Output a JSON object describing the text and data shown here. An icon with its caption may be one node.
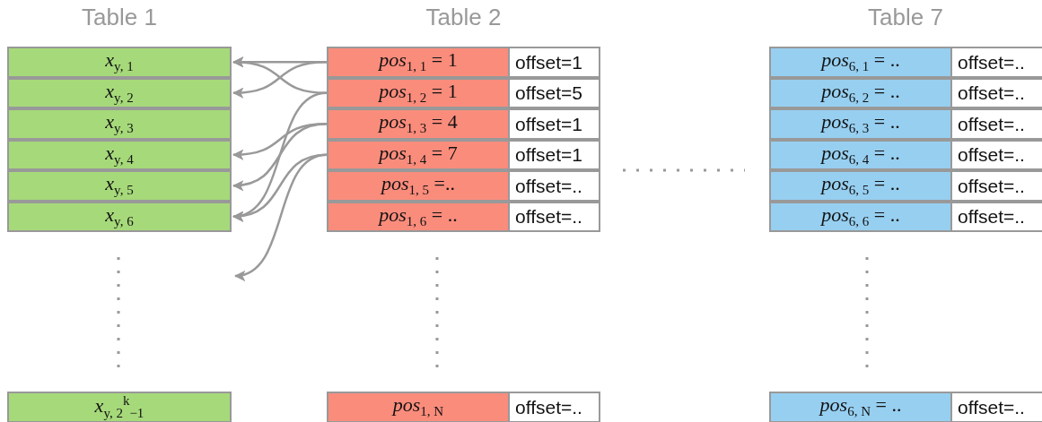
{
  "diagram": {
    "nodes": [
      {
        "text": [
          "Table 1"
        ]
      },
      {
        "text": [
          "*x*$_{y, 1}$"
        ],
        "in": 0
      },
      {
        "text": [
          "*x*$_{y, 2}$"
        ],
        "in": 0
      },
      {
        "text": [
          "*x*$_{y, 3}$"
        ],
        "in": 0
      },
      {
        "text": [
          "*x*$_{y, 4}$"
        ],
        "in": 0
      },
      {
        "text": [
          "*x*$_{y, 5}$"
        ],
        "in": 0
      },
      {
        "text": [
          "*x*$_{y, 6}$"
        ],
        "in": 0
      },
      {
        "text": [
          "*x*$_{y, 2}$$^{k}$$_{−1}$"
        ],
        "in": 0
      },
      {
        "text": [
          "Table 2"
        ]
      },
      {
        "text": [
          "*pos*$_{1, 1}$ = 1"
        ],
        "in": 8
      },
      {
        "text": [
          "offset=1"
        ],
        "in": 8
      },
      {
        "text": [
          "*pos*$_{1, 2}$ = 1"
        ],
        "in": 8
      },
      {
        "text": [
          "offset=5"
        ],
        "in": 8
      },
      {
        "text": [
          "*pos*$_{1, 3}$ = 4"
        ],
        "in": 8
      },
      {
        "text": [
          "offset=1"
        ],
        "in": 8
      },
      {
        "text": [
          "*pos*$_{1, 4}$ = 7"
        ],
        "in": 8
      },
      {
        "text": [
          "offset=1"
        ],
        "in": 8
      },
      {
        "text": [
          "*pos*$_{1, 5}$ =.."
        ],
        "in": 8
      },
      {
        "text": [
          "offset=.."
        ],
        "in": 8
      },
      {
        "text": [
          "*pos*$_{1, 6}$ = .."
        ],
        "in": 8
      },
      {
        "text": [
          "offset=.."
        ],
        "in": 8
      },
      {
        "text": [
          "*pos*$_{1, N}$"
        ],
        "in": 8
      },
      {
        "text": [
          "offset=.."
        ],
        "in": 8
      },
      {
        "text": [
          "Table 7"
        ]
      },
      {
        "text": [
          "*pos*$_{6, 1}$ = .."
        ],
        "in": 23
      },
      {
        "text": [
          "offset=.."
        ],
        "in": 23
      },
      {
        "text": [
          "*pos*$_{6, 2}$ = .."
        ],
        "in": 23
      },
      {
        "text": [
          "offset=.."
        ],
        "in": 23
      },
      {
        "text": [
          "*pos*$_{6, 3}$ = .."
        ],
        "in": 23
      },
      {
        "text": [
          "offset=.."
        ],
        "in": 23
      },
      {
        "text": [
          "*pos*$_{6, 4}$ = .."
        ],
        "in": 23
      },
      {
        "text": [
          "offset=.."
        ],
        "in": 23
      },
      {
        "text": [
          "*pos*$_{6, 5}$ = .."
        ],
        "in": 23
      },
      {
        "text": [
          "offset=.."
        ],
        "in": 23
      },
      {
        "text": [
          "*pos*$_{6, 6}$ = .."
        ],
        "in": 23
      },
      {
        "text": [
          "offset=.."
        ],
        "in": 23
      },
      {
        "text": [
          "*pos*$_{6, N}$ = .."
        ],
        "in": 23
      },
      {
        "text": [
          "offset=.."
        ],
        "in": 23
      }
    ],
    "edges": [
      {
        "from": 9,
        "to": 1,
        "arrow": "to"
      },
      {
        "from": 9,
        "to": 2,
        "arrow": "to"
      },
      {
        "from": 11,
        "to": 1,
        "arrow": "to"
      },
      {
        "from": 11,
        "to": 6,
        "arrow": "to"
      },
      {
        "from": 13,
        "to": 4,
        "arrow": "to"
      },
      {
        "from": 13,
        "to": 5,
        "arrow": "to"
      },
      {
        "from": 15,
        "to": 6,
        "arrow": "to"
      },
      {
        "from": 15,
        "to": 0,
        "arrow": "to"
      }
    ]
  }
}
